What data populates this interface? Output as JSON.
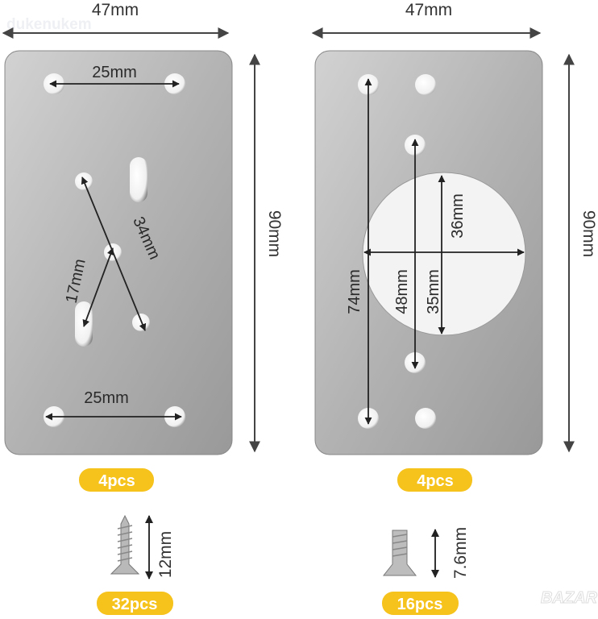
{
  "watermark": "dukenukem",
  "bazar_logo": "BAZAR",
  "left_plate": {
    "width_label": "47mm",
    "height_label": "90mm",
    "top_spacing": "25mm",
    "bottom_spacing": "25mm",
    "diagonal_long": "34mm",
    "diagonal_short": "17mm",
    "quantity": "4pcs"
  },
  "right_plate": {
    "width_label": "47mm",
    "height_label": "90mm",
    "outer_spacing": "74mm",
    "inner_spacing": "48mm",
    "circle_upper": "36mm",
    "circle_lower": "35mm",
    "quantity": "4pcs"
  },
  "wood_screw": {
    "length": "12mm",
    "quantity": "32pcs"
  },
  "machine_screw": {
    "length": "7.6mm",
    "quantity": "16pcs"
  },
  "colors": {
    "badge": "#f6c21c",
    "plate_light": "#cfcfcf",
    "plate_dark": "#979797"
  }
}
